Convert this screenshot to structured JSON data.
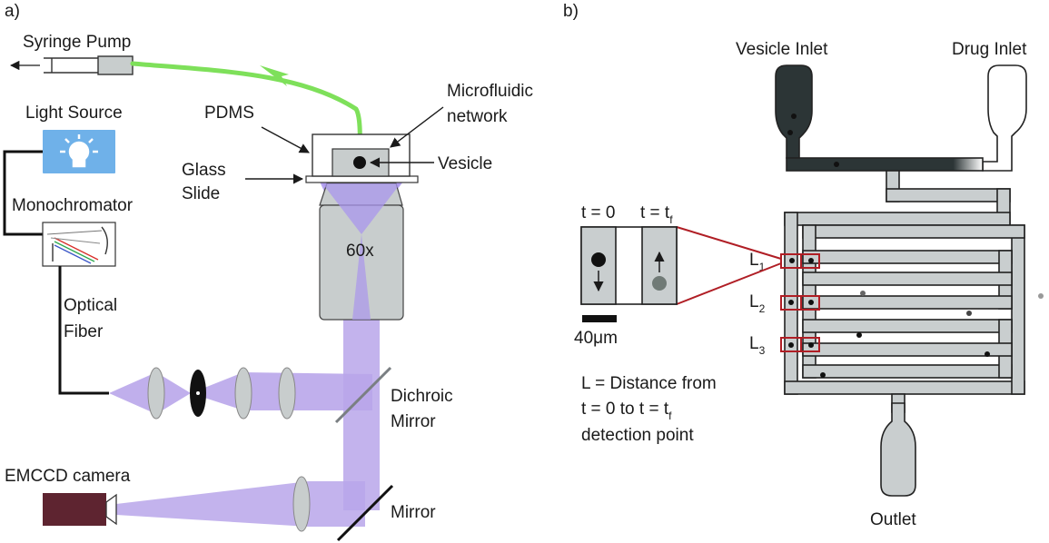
{
  "panel_a": {
    "tag": "a)",
    "syringe_pump": "Syringe Pump",
    "light_source": "Light Source",
    "monochromator": "Monochromator",
    "optical_fiber_1": "Optical",
    "optical_fiber_2": "Fiber",
    "pdms": "PDMS",
    "microfluidic_1": "Microfluidic",
    "microfluidic_2": "network",
    "glass_1": "Glass",
    "glass_2": "Slide",
    "vesicle": "Vesicle",
    "objective": "60x",
    "dichroic_1": "Dichroic",
    "dichroic_2": "Mirror",
    "camera": "EMCCD camera",
    "mirror": "Mirror"
  },
  "panel_b": {
    "tag": "b)",
    "vesicle_inlet": "Vesicle Inlet",
    "drug_inlet": "Drug Inlet",
    "outlet": "Outlet",
    "t0": "t = 0",
    "tf_main": "t = t",
    "tf_sub": "f",
    "scale": "40μm",
    "L": "L",
    "L1_sub": "1",
    "L2_sub": "2",
    "L3_sub": "3",
    "def_line1": "L = Distance from",
    "def_line2_main": "t = 0 to t = t",
    "def_line2_sub": "f",
    "def_line3": "detection point"
  },
  "colors": {
    "green_tube": "#7ee05a",
    "violet_beam": "#b9a6ea",
    "channel_fill": "#c9cecf",
    "dark_channel": "#2c3536",
    "camera": "#5e2430",
    "light_box": "#6fb1e9",
    "detector_red": "#b01e25"
  }
}
